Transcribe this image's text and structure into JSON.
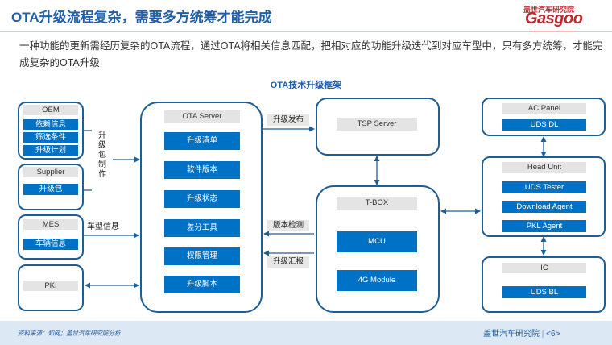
{
  "header": {
    "title": "OTA升级流程复杂，需要多方统筹才能完成"
  },
  "logo": {
    "top_text": "盖世汽车研究院",
    "main_text": "Gasgoo"
  },
  "subtitle": "一种功能的更新需经历复杂的OTA流程，通过OTA将相关信息匹配，把相对应的功能升级迭代到对应车型中，只有多方统筹，才能完成复杂的OTA升级",
  "diagram": {
    "title": "OTA技术升级框架",
    "oem": {
      "label": "OEM",
      "items": [
        "依赖信息",
        "筛选条件",
        "升级计划"
      ]
    },
    "supplier": {
      "label": "Supplier",
      "items": [
        "升级包"
      ]
    },
    "mes": {
      "label": "MES",
      "items": [
        "车辆信息"
      ]
    },
    "pki": {
      "label": "PKI"
    },
    "package_label": "升级包制作",
    "vehicle_info_label": "车型信息",
    "ota_server": {
      "label": "OTA Server",
      "items": [
        "升级清单",
        "软件版本",
        "升级状态",
        "差分工具",
        "权限管理",
        "升级脚本"
      ]
    },
    "edges": {
      "upgrade_release": "升级发布",
      "version_check": "版本检测",
      "upgrade_report": "升级汇报"
    },
    "tsp": {
      "label": "TSP Server"
    },
    "tbox": {
      "label": "T-BOX",
      "items": [
        "MCU",
        "4G Module"
      ]
    },
    "ac_panel": {
      "label": "AC Panel",
      "items": [
        "UDS DL"
      ]
    },
    "head_unit": {
      "label": "Head Unit",
      "items": [
        "UDS Tester",
        "Download Agent",
        "PKL Agent"
      ]
    },
    "ic": {
      "label": "IC",
      "items": [
        "UDS BL"
      ]
    }
  },
  "footer": {
    "source": "资料来源：知网；盖世汽车研究院分析",
    "org": "盖世汽车研究院",
    "page": "<6>"
  },
  "colors": {
    "title_blue": "#1f5fa8",
    "box_border": "#1d5e96",
    "item_blue": "#0072c6",
    "label_grey": "#e4e4e4",
    "logo_red": "#c0272d"
  }
}
